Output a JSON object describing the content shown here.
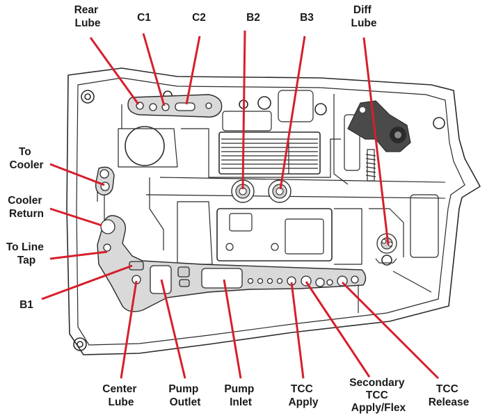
{
  "labels": {
    "rear_lube": [
      "Rear",
      "Lube"
    ],
    "c1": [
      "C1"
    ],
    "c2": [
      "C2"
    ],
    "b2": [
      "B2"
    ],
    "b3": [
      "B3"
    ],
    "diff_lube": [
      "Diff",
      "Lube"
    ],
    "to_cooler": [
      "To",
      "Cooler"
    ],
    "cooler_return": [
      "Cooler",
      "Return"
    ],
    "to_line_tap": [
      "To Line",
      "Tap"
    ],
    "b1": [
      "B1"
    ],
    "center_lube": [
      "Center",
      "Lube"
    ],
    "pump_outlet": [
      "Pump",
      "Outlet"
    ],
    "pump_inlet": [
      "Pump",
      "Inlet"
    ],
    "tcc_apply": [
      "TCC",
      "Apply"
    ],
    "secondary_tcc": [
      "Secondary",
      "TCC",
      "Apply/Flex"
    ],
    "tcc_release": [
      "TCC",
      "Release"
    ]
  },
  "colors": {
    "leader": "#d61f2c",
    "line_art": "#2a2a2a",
    "plate_fill": "#d9d9d9",
    "text": "#1a1a1a"
  }
}
